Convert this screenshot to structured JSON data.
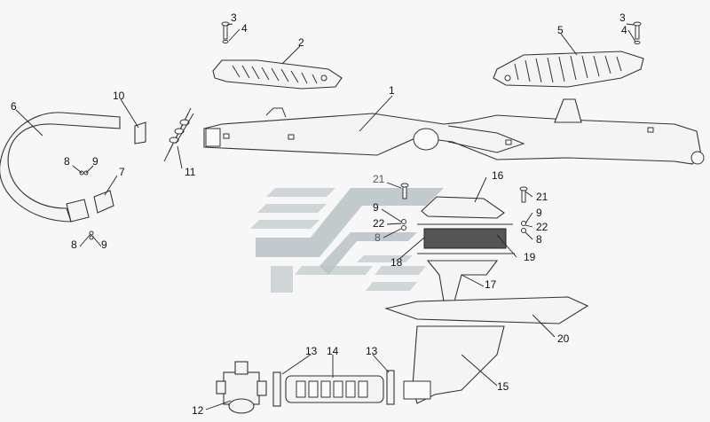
{
  "callouts": {
    "c1": "1",
    "c2": "2",
    "c3a": "3",
    "c4a": "4",
    "c3b": "3",
    "c4b": "4",
    "c5": "5",
    "c6": "6",
    "c7": "7",
    "c8a": "8",
    "c9a": "9",
    "c8b": "8",
    "c9b": "9",
    "c10": "10",
    "c11": "11",
    "c12": "12",
    "c13a": "13",
    "c13b": "13",
    "c14": "14",
    "c15": "15",
    "c16": "16",
    "c17": "17",
    "c18": "18",
    "c19": "19",
    "c20": "20",
    "c21a": "21",
    "c21b": "21",
    "c9c": "9",
    "c9d": "9",
    "c22a": "22",
    "c22b": "22",
    "c8c": "8",
    "c8d": "8"
  },
  "colors": {
    "line": "#333333",
    "background": "#f7f7f7",
    "watermark": "#c9d0d2"
  },
  "icons": {
    "watermark": "logo-watermark-icon"
  }
}
